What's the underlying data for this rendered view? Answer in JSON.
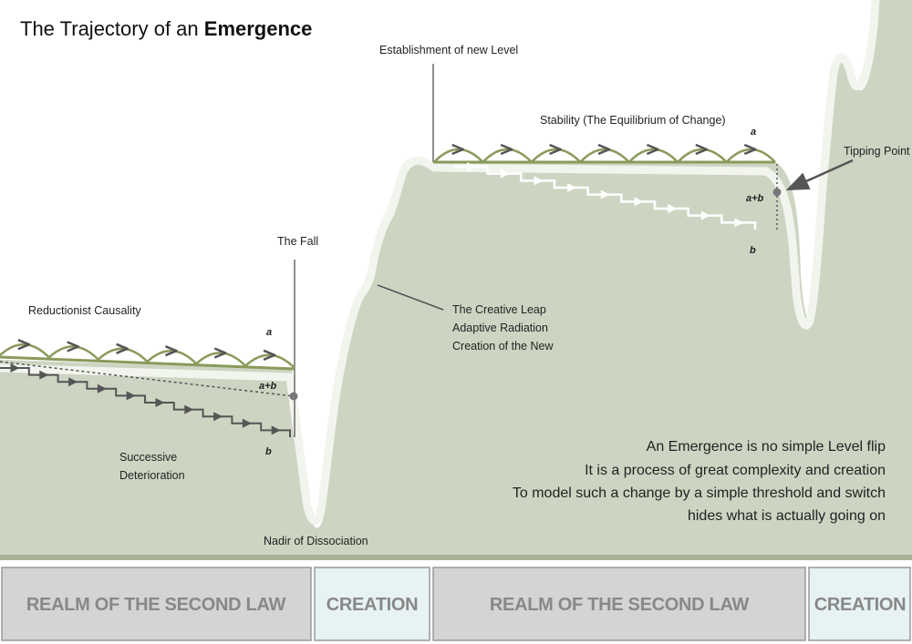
{
  "title": {
    "prefix": "The Trajectory of an ",
    "emphasis": "Emergence"
  },
  "labels": {
    "establishment": "Establishment of new Level",
    "stability": "Stability (The Equilibrium of Change)",
    "tipping_point": "Tipping Point",
    "the_fall": "The Fall",
    "reductionist": "Reductionist Causality",
    "creative_leap": [
      "The Creative Leap",
      "Adaptive Radiation",
      "Creation of the New"
    ],
    "successive_deterioration": [
      "Successive",
      "Deterioration"
    ],
    "nadir": "Nadir of Dissociation",
    "a": "a",
    "a_plus_b": "a+b",
    "b": "b"
  },
  "note": [
    "An Emergence is no simple Level flip",
    "It is a process of great complexity and creation",
    "To model such a change by a simple threshold and switch",
    "hides what is actually going on"
  ],
  "bands": [
    {
      "label": "REALM OF THE SECOND LAW",
      "kind": "realm"
    },
    {
      "label": "CREATION",
      "kind": "creation"
    },
    {
      "label": "REALM OF THE SECOND LAW",
      "kind": "realm"
    },
    {
      "label": "CREATION",
      "kind": "creation"
    }
  ],
  "colors": {
    "terrain": "#cdd5c2",
    "olive_line": "#8a9a5b",
    "arrow": "#555555",
    "band_realm": "#d4d4d4",
    "band_creation": "#e7f2f3",
    "band_text": "#888888"
  }
}
